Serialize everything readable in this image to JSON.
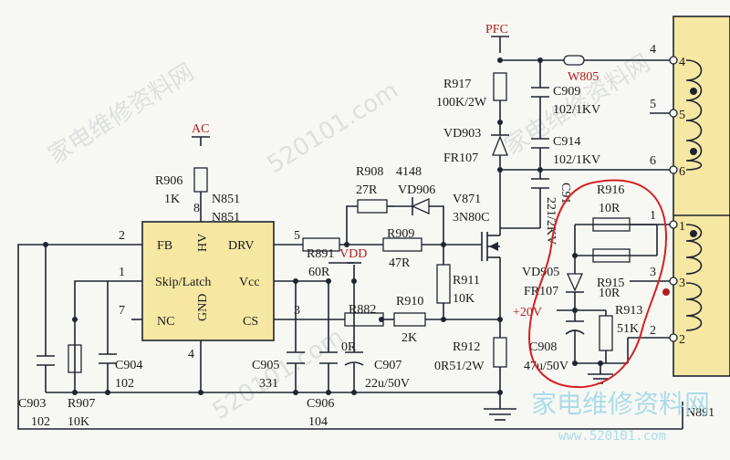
{
  "nets": {
    "pfc": "PFC",
    "ac": "AC",
    "vdd": "VDD",
    "plus20v": "+20V",
    "w805": "W805"
  },
  "ic": {
    "name": "N851",
    "pins": {
      "fb": "FB",
      "drv": "DRV",
      "hv": "HV",
      "skip_latch": "Skip/Latch",
      "vcc": "Vcc",
      "nc": "NC",
      "cs": "CS",
      "gnd": "GND"
    },
    "pin_numbers": {
      "fb": "2",
      "drv": "5",
      "hv": "8",
      "skip": "1",
      "nc": "7",
      "cs": "3",
      "gnd": "4"
    },
    "ref_repeat": "N851"
  },
  "components": {
    "r906": {
      "ref": "R906",
      "value": "1K"
    },
    "r908": {
      "ref": "R908",
      "value": "27R"
    },
    "d_4148": {
      "value": "4148"
    },
    "vd906": {
      "ref": "VD906"
    },
    "r909": {
      "ref": "R909",
      "value": "47R"
    },
    "r891": {
      "ref": "R891",
      "value": "60R"
    },
    "r911": {
      "ref": "R911",
      "value": "10K"
    },
    "v871": {
      "ref": "V871",
      "value": "3N80C"
    },
    "r917": {
      "ref": "R917",
      "value": "100K/2W"
    },
    "vd903": {
      "ref": "VD903",
      "value": "FR107"
    },
    "c909": {
      "ref": "C909",
      "value": "102/1KV"
    },
    "c914": {
      "ref": "C914",
      "value": "102/1KV"
    },
    "c91x": {
      "ref": "C91",
      "value": "221/2KV"
    },
    "r916": {
      "ref": "R916",
      "value": "10R"
    },
    "r915": {
      "ref": "R915",
      "value": "10R"
    },
    "vd905": {
      "ref": "VD905",
      "value": "FR107"
    },
    "r913": {
      "ref": "R913",
      "value": "51K"
    },
    "c908": {
      "ref": "C908",
      "value": "47u/50V"
    },
    "r912": {
      "ref": "R912",
      "value": "0R51/2W"
    },
    "r882": {
      "ref": "R882"
    },
    "r910": {
      "ref": "R910",
      "value": "2K"
    },
    "c907": {
      "ref": "C907",
      "value": "22u/50V"
    },
    "c905": {
      "ref": "C905",
      "value": "331"
    },
    "c906": {
      "ref": "C906",
      "value": "104"
    },
    "c906_0r": {
      "value": "0R"
    },
    "c904": {
      "ref": "C904",
      "value": "102"
    },
    "c903": {
      "ref": "C903",
      "value": "102"
    },
    "r907": {
      "ref": "R907",
      "value": "10K"
    },
    "n891": {
      "ref": "N891"
    }
  },
  "transformer_pins": [
    "4",
    "5",
    "6",
    "1",
    "3",
    "2"
  ],
  "transformer_inner_pins": [
    "4",
    "5",
    "6",
    "1",
    "3",
    "2"
  ],
  "watermarks": {
    "site_cn": "家电维修资料网",
    "site_url": "www.520101.com",
    "site_domain": "520101.com"
  }
}
